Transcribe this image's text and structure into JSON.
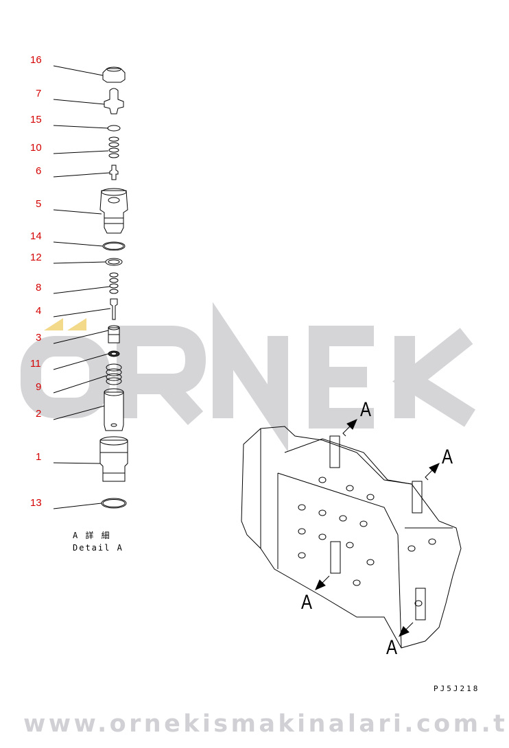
{
  "diagram": {
    "part_labels": [
      "16",
      "7",
      "15",
      "10",
      "6",
      "5",
      "14",
      "12",
      "8",
      "4",
      "3",
      "11",
      "9",
      "2",
      "1",
      "13"
    ],
    "caption_jp": "A 詳 細",
    "caption_en": "Detail A",
    "view_labels": [
      "A",
      "A",
      "A",
      "A"
    ],
    "drawing_code": "PJ5J218",
    "label_color": "#d40000"
  },
  "watermark": {
    "logo_text": "ÖRNEK",
    "url": "www.ornekismakinalari.com.tr"
  }
}
